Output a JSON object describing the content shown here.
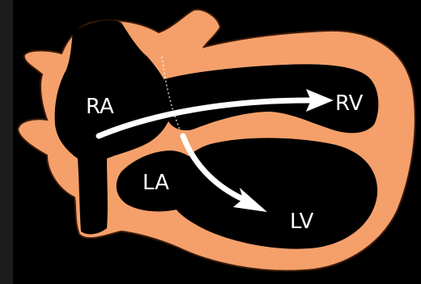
{
  "labels": {
    "ra": "RA",
    "rv": "RV",
    "la": "LA",
    "lv": "LV"
  },
  "colors": {
    "background": "#000000",
    "tissue": "#f5a06a",
    "tissue_outline": "#3a1a0a",
    "chamber": "#000000",
    "arrow": "#ffffff",
    "label": "#ffffff"
  }
}
